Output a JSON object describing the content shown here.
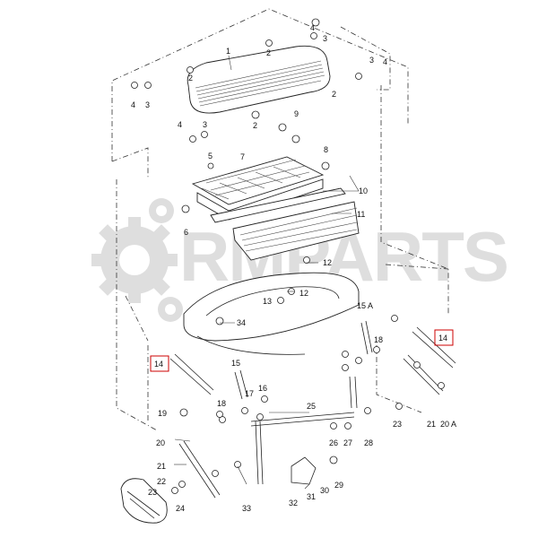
{
  "watermark": {
    "text": "RMPARTS",
    "color": "#d9d9d9"
  },
  "highlight_color": "#cc0000",
  "callouts": [
    {
      "id": "c1",
      "text": "1"
    },
    {
      "id": "c2a",
      "text": "2"
    },
    {
      "id": "c2b",
      "text": "2"
    },
    {
      "id": "c2c",
      "text": "2"
    },
    {
      "id": "c2d",
      "text": "2"
    },
    {
      "id": "c3a",
      "text": "3"
    },
    {
      "id": "c3b",
      "text": "3"
    },
    {
      "id": "c3c",
      "text": "3"
    },
    {
      "id": "c3d",
      "text": "3"
    },
    {
      "id": "c4a",
      "text": "4"
    },
    {
      "id": "c4b",
      "text": "4"
    },
    {
      "id": "c4c",
      "text": "4"
    },
    {
      "id": "c4d",
      "text": "4"
    },
    {
      "id": "c5",
      "text": "5"
    },
    {
      "id": "c6",
      "text": "6"
    },
    {
      "id": "c7",
      "text": "7"
    },
    {
      "id": "c8",
      "text": "8"
    },
    {
      "id": "c9",
      "text": "9"
    },
    {
      "id": "c10",
      "text": "10"
    },
    {
      "id": "c11",
      "text": "11"
    },
    {
      "id": "c12a",
      "text": "12"
    },
    {
      "id": "c12b",
      "text": "12"
    },
    {
      "id": "c13",
      "text": "13"
    },
    {
      "id": "c14a",
      "text": "14"
    },
    {
      "id": "c14b",
      "text": "14"
    },
    {
      "id": "c15",
      "text": "15"
    },
    {
      "id": "c15a",
      "text": "15 A"
    },
    {
      "id": "c16",
      "text": "16"
    },
    {
      "id": "c17",
      "text": "17"
    },
    {
      "id": "c18a",
      "text": "18"
    },
    {
      "id": "c18b",
      "text": "18"
    },
    {
      "id": "c19",
      "text": "19"
    },
    {
      "id": "c20",
      "text": "20"
    },
    {
      "id": "c20a",
      "text": "20 A"
    },
    {
      "id": "c21a",
      "text": "21"
    },
    {
      "id": "c21b",
      "text": "21"
    },
    {
      "id": "c22",
      "text": "22"
    },
    {
      "id": "c23a",
      "text": "23"
    },
    {
      "id": "c23b",
      "text": "23"
    },
    {
      "id": "c24",
      "text": "24"
    },
    {
      "id": "c25",
      "text": "25"
    },
    {
      "id": "c26",
      "text": "26"
    },
    {
      "id": "c27",
      "text": "27"
    },
    {
      "id": "c28",
      "text": "28"
    },
    {
      "id": "c29",
      "text": "29"
    },
    {
      "id": "c30",
      "text": "30"
    },
    {
      "id": "c31",
      "text": "31"
    },
    {
      "id": "c32",
      "text": "32"
    },
    {
      "id": "c33",
      "text": "33"
    },
    {
      "id": "c34",
      "text": "34"
    }
  ]
}
